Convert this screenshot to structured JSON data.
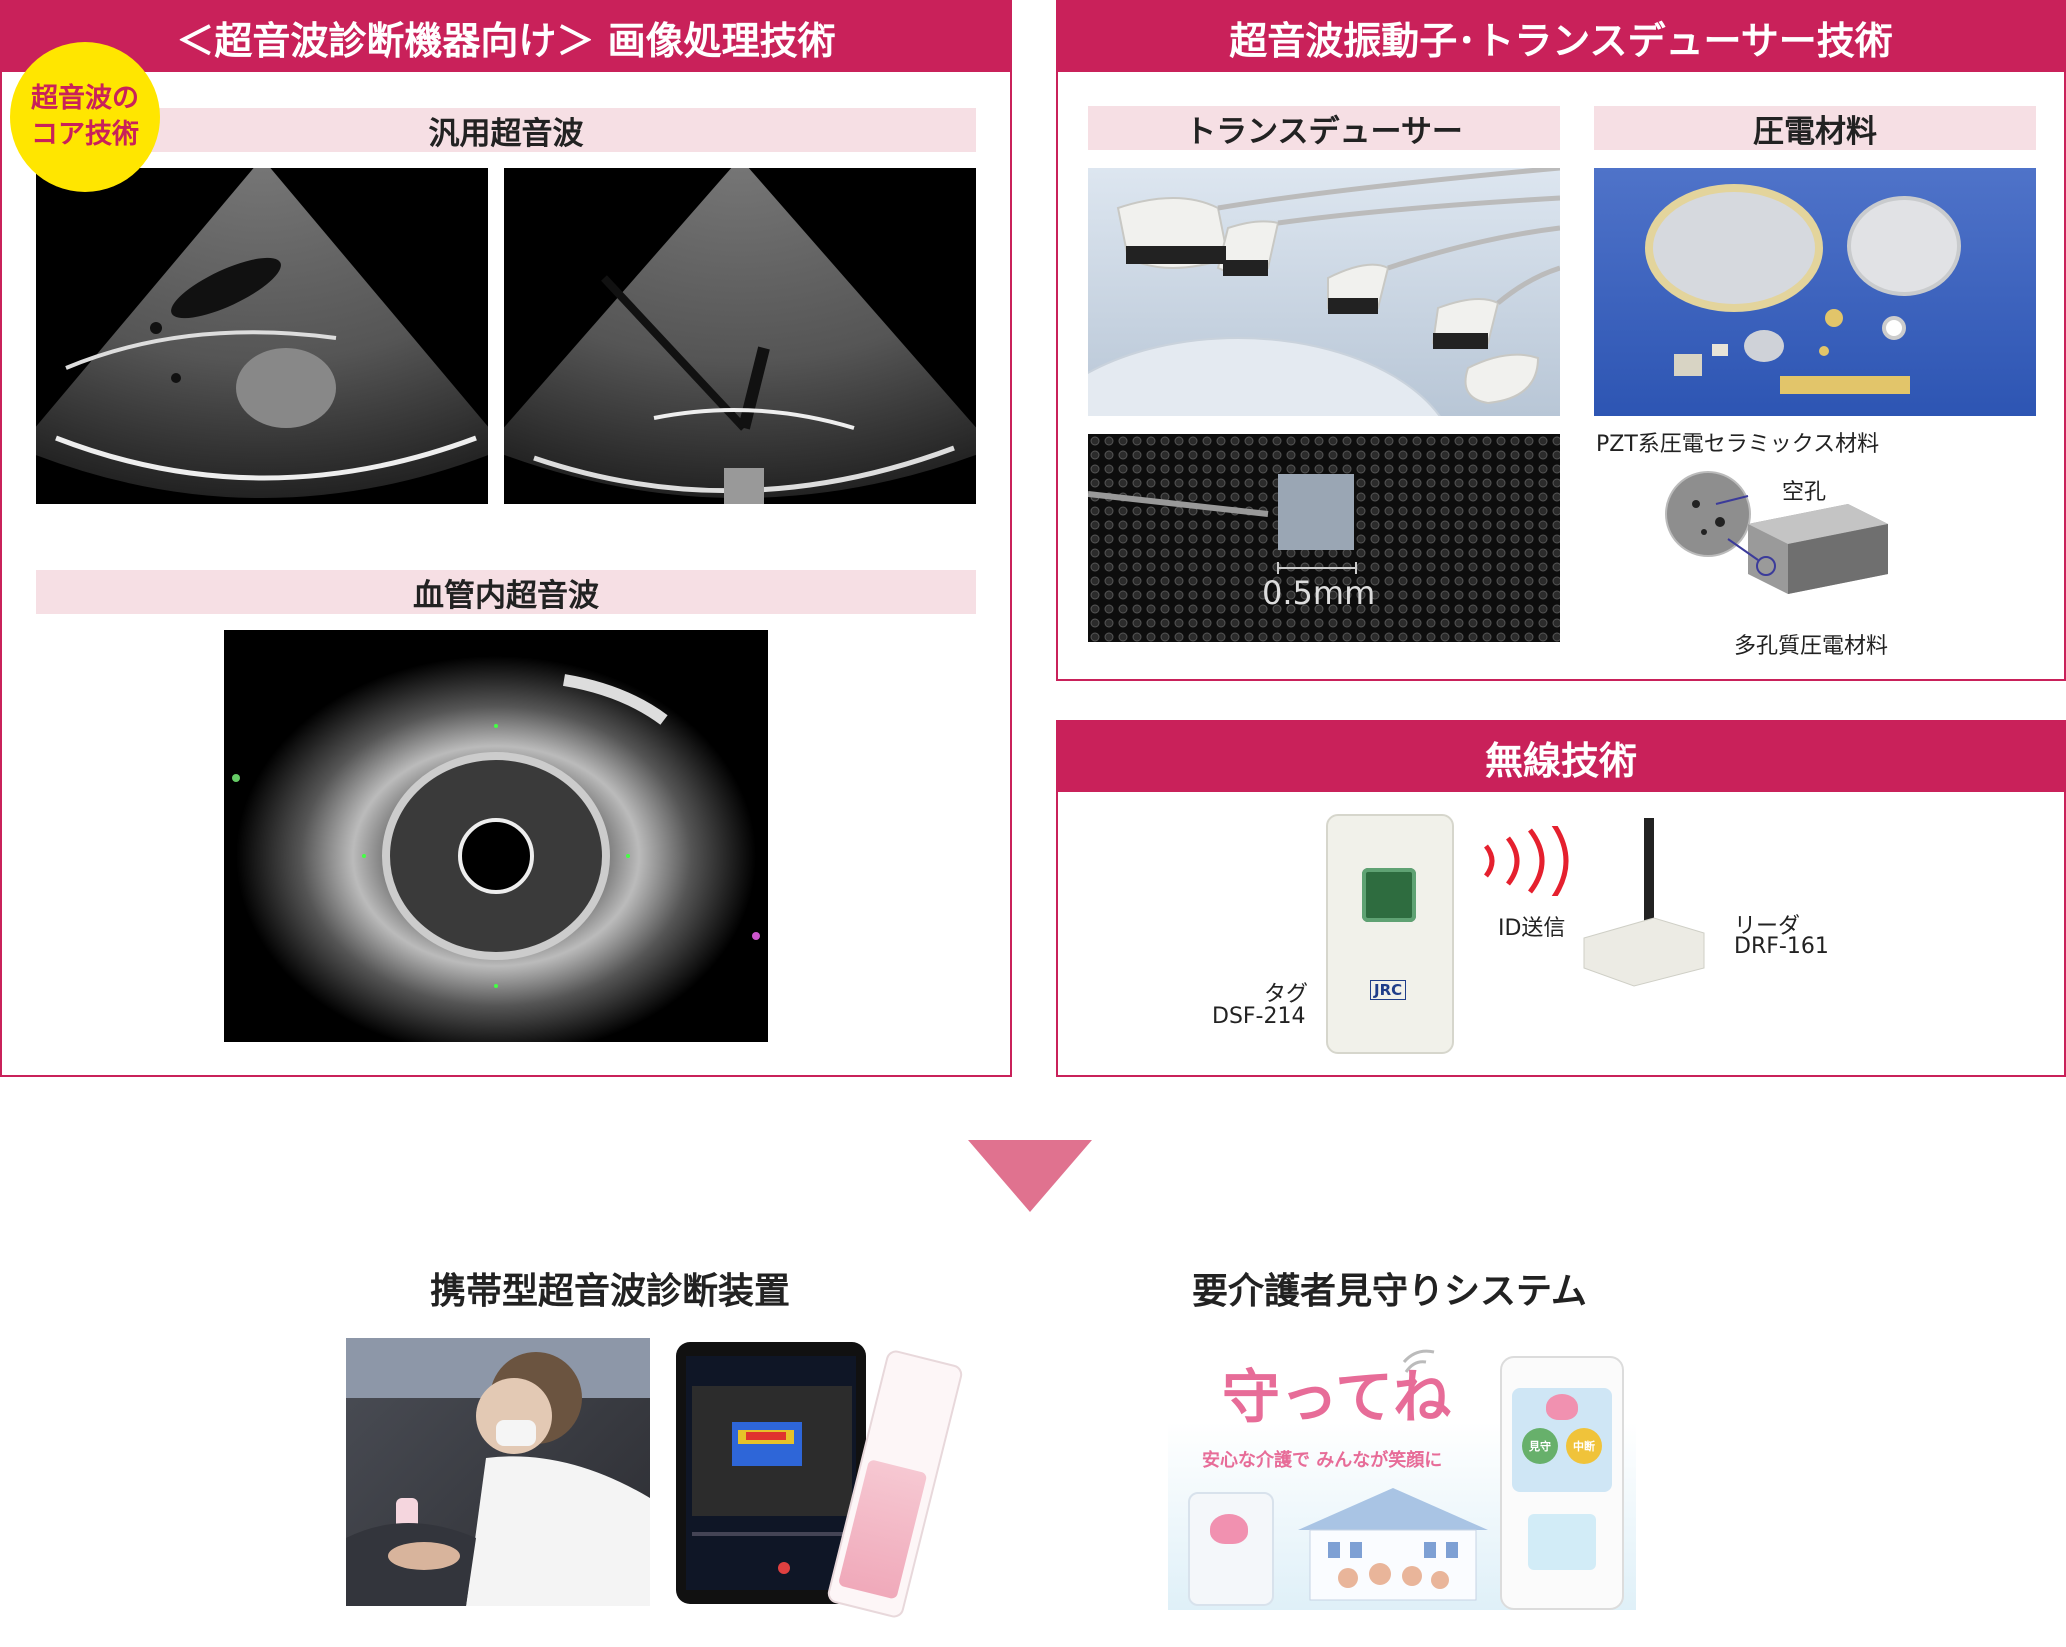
{
  "ultrasound_panel": {
    "title": "＜超音波診断機器向け＞ 画像処理技術",
    "badge_line1": "超音波の",
    "badge_line2": "コア技術",
    "subhead_general": "汎用超音波",
    "subhead_ivus": "血管内超音波"
  },
  "transducer_panel": {
    "title": "超音波振動子･トランスデューサー技術",
    "subhead_transducer": "トランスデューサー",
    "subhead_piezo": "圧電材料",
    "scale_label": "0.5mm",
    "pzt_caption": "PZT系圧電セラミックス材料",
    "pore_label": "空孔",
    "porous_caption": "多孔質圧電材料"
  },
  "wireless_panel": {
    "title": "無線技術",
    "id_label": "ID送信",
    "tag_line1": "タグ",
    "tag_line2": "DSF-214",
    "reader_line1": "リーダ",
    "reader_line2": "DRF-161",
    "tag_logo": "JRC"
  },
  "products": {
    "portable_title": "携帯型超音波診断装置",
    "monitoring_title": "要介護者見守りシステム",
    "brand_logo": "守ってね",
    "slogan": "安心な介護で みんなが笑顔に",
    "button_left": "見守",
    "button_right": "中断"
  }
}
